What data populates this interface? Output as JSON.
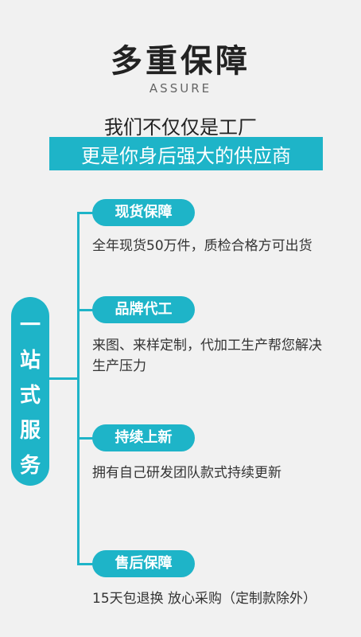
{
  "header": {
    "title": "多重保障",
    "subtitle": "ASSURE",
    "line1": "我们不仅仅是工厂",
    "line2": "更是你身后强大的供应商"
  },
  "side_label": "一站式服务",
  "items": [
    {
      "tag": "现货保障",
      "desc": "全年现货50万件，质检合格方可出货"
    },
    {
      "tag": "品牌代工",
      "desc": "来图、来样定制，代加工生产帮您解决生产压力"
    },
    {
      "tag": "持续上新",
      "desc": "拥有自己研发团队款式持续更新"
    },
    {
      "tag": "售后保障",
      "desc": "15天包退换 放心采购（定制款除外）"
    }
  ],
  "colors": {
    "accent": "#1eb4c8",
    "background": "#f1f1f1"
  }
}
